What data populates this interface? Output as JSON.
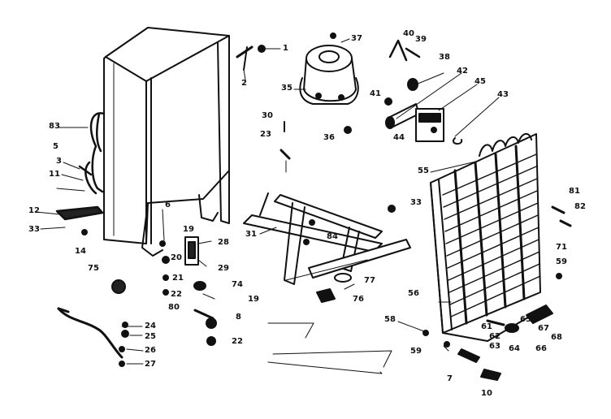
{
  "diagram": {
    "parts": {
      "p1": "1",
      "p2": "2",
      "p3": "3",
      "p5": "5",
      "p6": "6",
      "p7": "7",
      "p8": "8",
      "p10": "10",
      "p11": "11",
      "p12": "12",
      "p14": "14",
      "p19a": "19",
      "p19b": "19",
      "p20": "20",
      "p21": "21",
      "p22a": "22",
      "p22b": "22",
      "p23": "23",
      "p24": "24",
      "p25": "25",
      "p26": "26",
      "p27": "27",
      "p28": "28",
      "p29": "29",
      "p30": "30",
      "p31": "31",
      "p33a": "33",
      "p33b": "33",
      "p35": "35",
      "p36": "36",
      "p37": "37",
      "p38": "38",
      "p39": "39",
      "p40": "40",
      "p41": "41",
      "p42": "42",
      "p43": "43",
      "p44": "44",
      "p45": "45",
      "p55": "55",
      "p56": "56",
      "p58": "58",
      "p59a": "59",
      "p59b": "59",
      "p61": "61",
      "p62": "62",
      "p63a": "63",
      "p63b": "63",
      "p64": "64",
      "p66": "66",
      "p67": "67",
      "p68": "68",
      "p71": "71",
      "p74": "74",
      "p75": "75",
      "p76": "76",
      "p77": "77",
      "p80": "80",
      "p81": "81",
      "p82": "82",
      "p83": "83",
      "p84": "84"
    },
    "colors": {
      "ink": "#111111",
      "paper": "#ffffff"
    }
  }
}
